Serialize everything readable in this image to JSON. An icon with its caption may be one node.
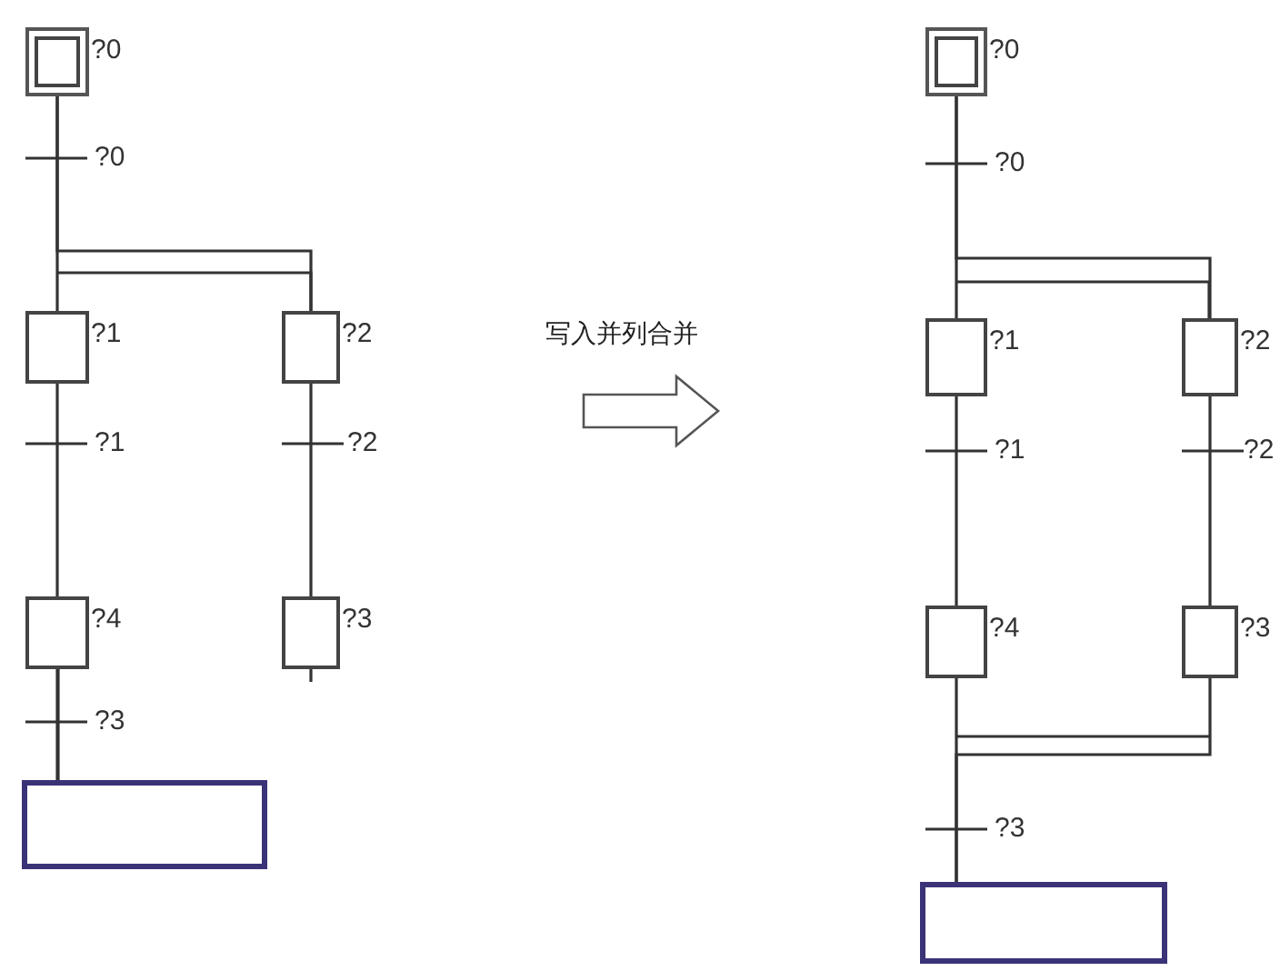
{
  "diagram": {
    "nodes": [
      {
        "text": [
          "?0"
        ]
      },
      {
        "text": [
          "?1"
        ]
      },
      {
        "text": [
          "?2"
        ]
      },
      {
        "text": [
          "?4"
        ]
      },
      {
        "text": [
          "?3"
        ]
      },
      {
        "text": [],
        "shape": "box"
      },
      {
        "text": [
          "?0"
        ]
      },
      {
        "text": [
          "?1"
        ]
      },
      {
        "text": [
          "?2"
        ]
      },
      {
        "text": [
          "?4"
        ]
      },
      {
        "text": [
          "?3"
        ]
      },
      {
        "text": [],
        "shape": "box"
      }
    ],
    "edges": [
      {
        "from": 0,
        "to": 1,
        "arrow": "none"
      },
      {
        "from": 0,
        "to": 2,
        "arrow": "none"
      },
      {
        "from": 1,
        "to": 3,
        "arrow": "none"
      },
      {
        "from": 2,
        "to": 4,
        "arrow": "none"
      },
      {
        "from": 3,
        "to": 5,
        "arrow": "none"
      },
      {
        "from": 6,
        "to": 7,
        "arrow": "none"
      },
      {
        "from": 6,
        "to": 8,
        "arrow": "none"
      },
      {
        "from": 7,
        "to": 9,
        "arrow": "none"
      },
      {
        "from": 8,
        "to": 10,
        "arrow": "none"
      },
      {
        "from": 9,
        "to": 11,
        "arrow": "none"
      },
      {
        "from": 10,
        "to": 11,
        "arrow": "none"
      }
    ],
    "labels": [
      "?0",
      "?1",
      "?2",
      "?3",
      "写入并列合并",
      "?0",
      "?1",
      "?2",
      "?3"
    ]
  }
}
